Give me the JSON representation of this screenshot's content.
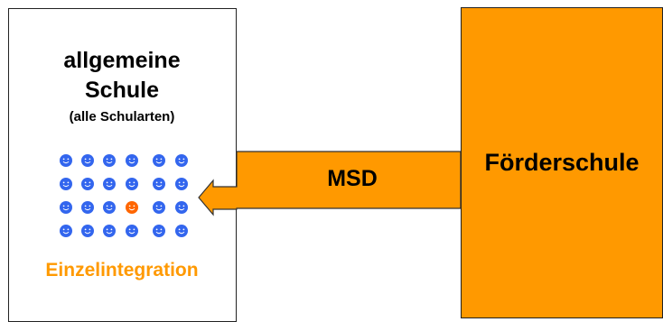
{
  "school": {
    "title_line1": "allgemeine",
    "title_line2": "Schule",
    "subtitle": "(alle Schularten)",
    "integration_label": "Einzelintegration"
  },
  "foerderschule": {
    "label": "Förderschule"
  },
  "arrow": {
    "label": "MSD"
  },
  "faces": {
    "rows": 4,
    "columns": 6,
    "highlighted": {
      "row": 3,
      "column": 4
    }
  },
  "colors": {
    "orange": "#FF9900",
    "face_blue": "#3366EE",
    "face_highlight": "#FF6600",
    "integration_text": "#FF9900"
  }
}
